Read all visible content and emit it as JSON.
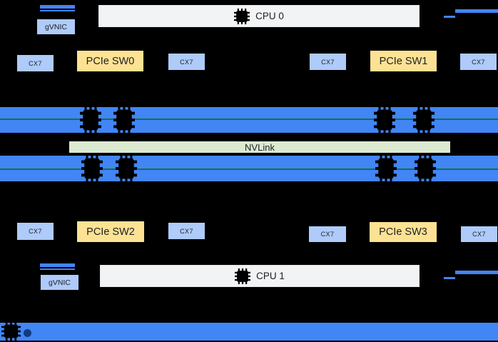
{
  "colors": {
    "background": "#000000",
    "nic_fill": "#aecbfa",
    "switch_fill": "#fde293",
    "cpu_fill": "#f1f3f4",
    "band_fill": "#4285f4",
    "nvlink_fill": "#dcead2",
    "green_line": "#117346",
    "text": "#202124"
  },
  "top": {
    "gvnic_label": "gVNIC",
    "cpu_label": "CPU 0",
    "nic_labels": [
      "CX7",
      "CX7",
      "CX7",
      "CX7"
    ],
    "switch_labels": [
      "PCIe SW0",
      "PCIe SW1"
    ]
  },
  "middle": {
    "nvlink_label": "NVLink",
    "gpu_rows": 2,
    "gpus_per_row": 4
  },
  "bottom": {
    "gvnic_label": "gVNIC",
    "cpu_label": "CPU 1",
    "nic_labels": [
      "CX7",
      "CX7",
      "CX7",
      "CX7"
    ],
    "switch_labels": [
      "PCIe SW2",
      "PCIe SW3"
    ]
  }
}
